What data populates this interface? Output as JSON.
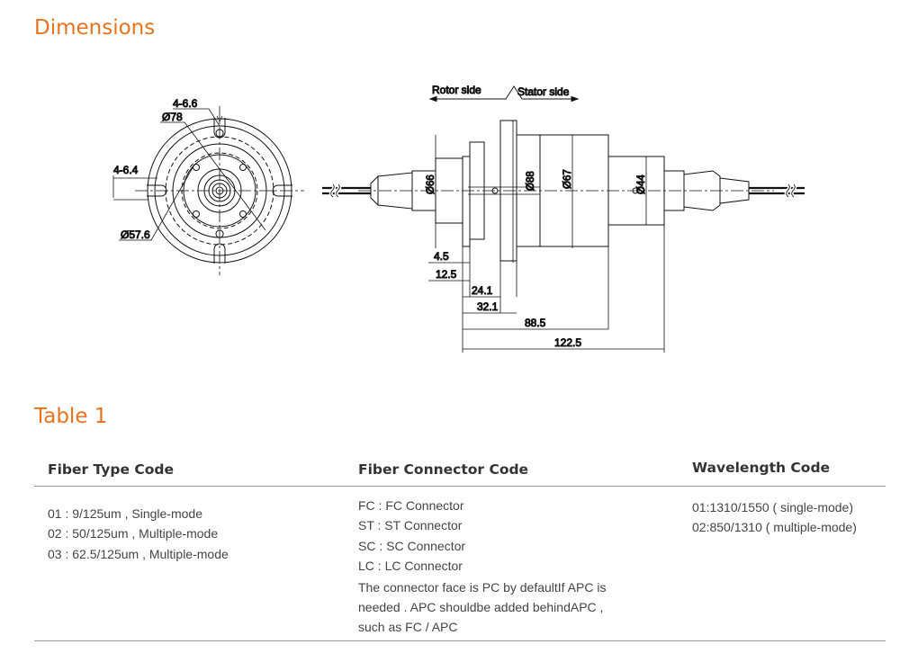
{
  "sections": {
    "dimensions_title": "Dimensions",
    "table_title": "Table 1"
  },
  "drawing": {
    "labels": {
      "holes": "4-6.6",
      "d78": "Ø78",
      "slots": "4-6.4",
      "d576": "Ø57.6",
      "rotor_side": "Rotor side",
      "stator_side": "Stator side",
      "d66": "Ø66",
      "d88": "Ø88",
      "d67": "Ø67",
      "d44": "Ø44",
      "l45": "4.5",
      "l125": "12.5",
      "l241": "24.1",
      "l321": "32.1",
      "l885": "88.5",
      "l1225": "122.5"
    }
  },
  "table": {
    "headers": {
      "fiber_type": "Fiber Type Code",
      "connector": "Fiber Connector Code",
      "wavelength": "Wavelength Code"
    },
    "fiber_type": [
      "01 : 9/125um , Single-mode",
      "02 : 50/125um , Multiple-mode",
      "03 : 62.5/125um , Multiple-mode"
    ],
    "connector": [
      "FC : FC Connector",
      "ST : ST Connector",
      "SC : SC Connector",
      "LC : LC Connector"
    ],
    "connector_note": "The connector face is PC by defaultIf APC is needed . APC shouldbe added behindAPC , such as FC / APC",
    "wavelength": [
      "01:1310/1550 ( single-mode)",
      "02:850/1310 ( multiple-mode)"
    ]
  },
  "colors": {
    "accent": "#e8731f"
  }
}
